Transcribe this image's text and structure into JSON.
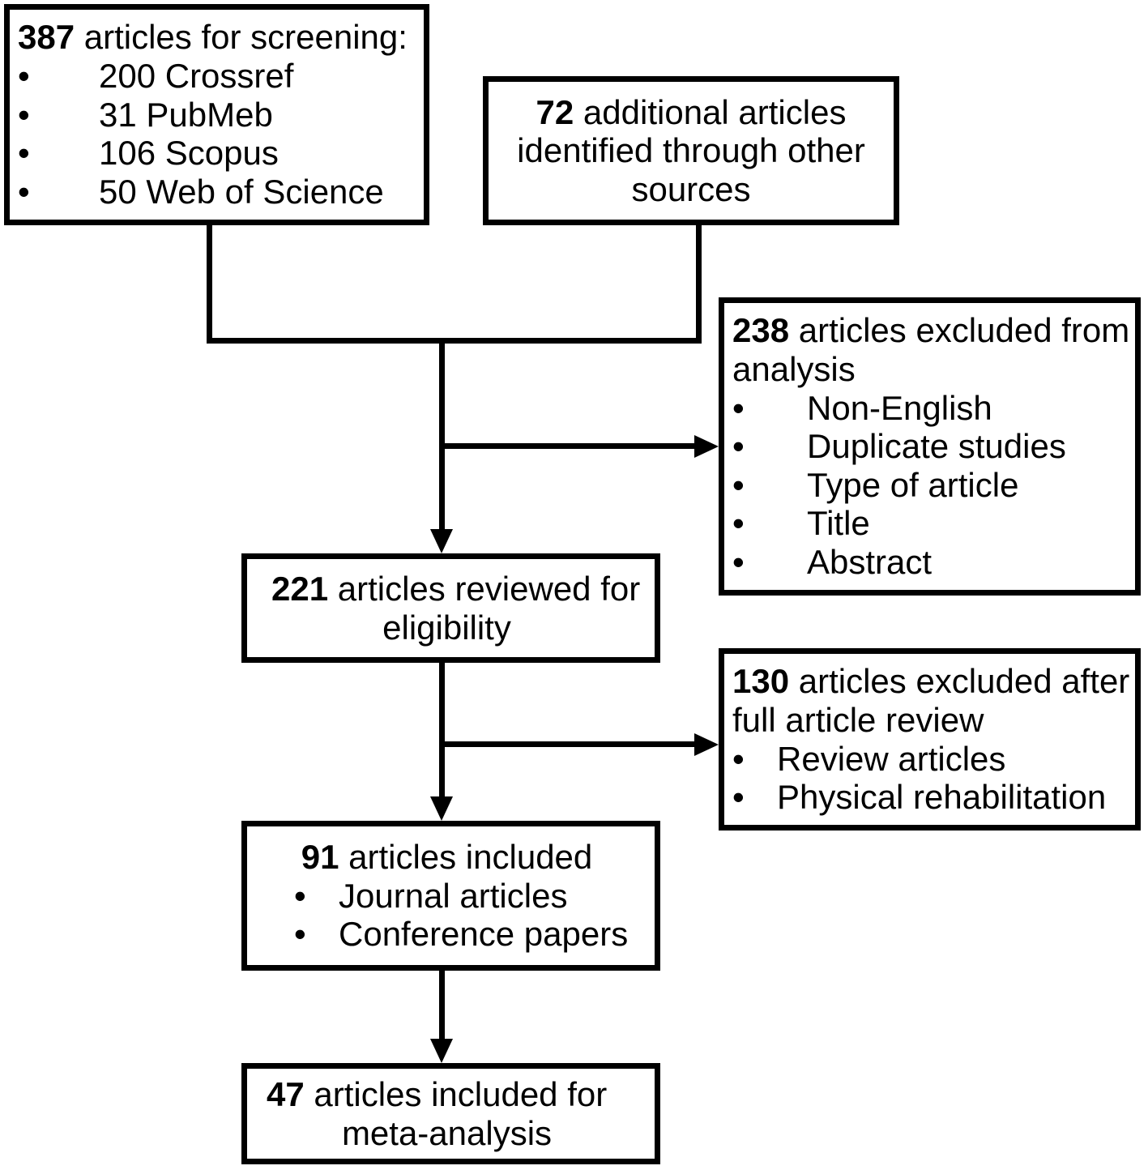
{
  "diagram": {
    "type": "prisma-flow-diagram",
    "boxes": {
      "screening": {
        "count": "387",
        "heading_rest": " articles for screening:",
        "items": [
          "200 Crossref",
          "31 PubMeb",
          "106 Scopus",
          "50 Web of Science"
        ]
      },
      "additional": {
        "count": "72",
        "line1_rest": " additional articles",
        "line2": "identified through other",
        "line3": "sources"
      },
      "excluded_analysis": {
        "count": "238",
        "line1_rest": " articles excluded from",
        "line2": "analysis",
        "items": [
          "Non-English",
          "Duplicate studies",
          "Type of article",
          "Title",
          "Abstract"
        ]
      },
      "eligibility": {
        "count": "221",
        "line1_rest": " articles reviewed for",
        "line2": "eligibility"
      },
      "excluded_fulltext": {
        "count": "130",
        "line1_rest": " articles excluded after",
        "line2": "full article review",
        "items": [
          "Review articles",
          "Physical rehabilitation"
        ]
      },
      "included": {
        "count": "91",
        "line1_rest": " articles included",
        "items": [
          "Journal articles",
          "Conference papers"
        ]
      },
      "meta_analysis": {
        "count": "47",
        "line1_rest": " articles included for",
        "line2": "meta-analysis"
      }
    },
    "colors": {
      "stroke": "#000000",
      "background": "#ffffff",
      "text": "#000000"
    }
  }
}
